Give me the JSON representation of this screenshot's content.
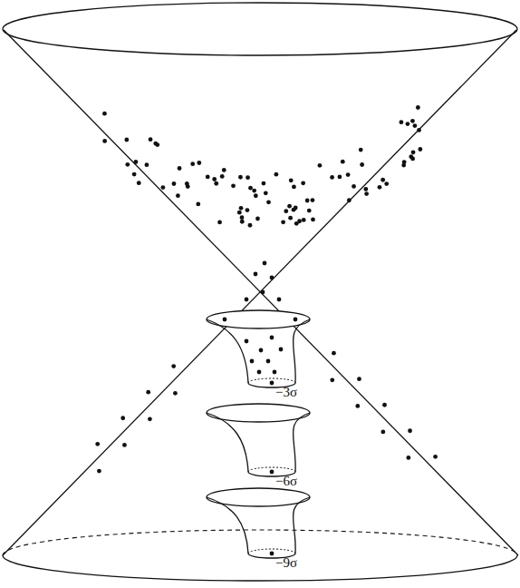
{
  "diagram": {
    "labels": [
      "−3σ",
      "−6σ",
      "−9σ"
    ]
  }
}
